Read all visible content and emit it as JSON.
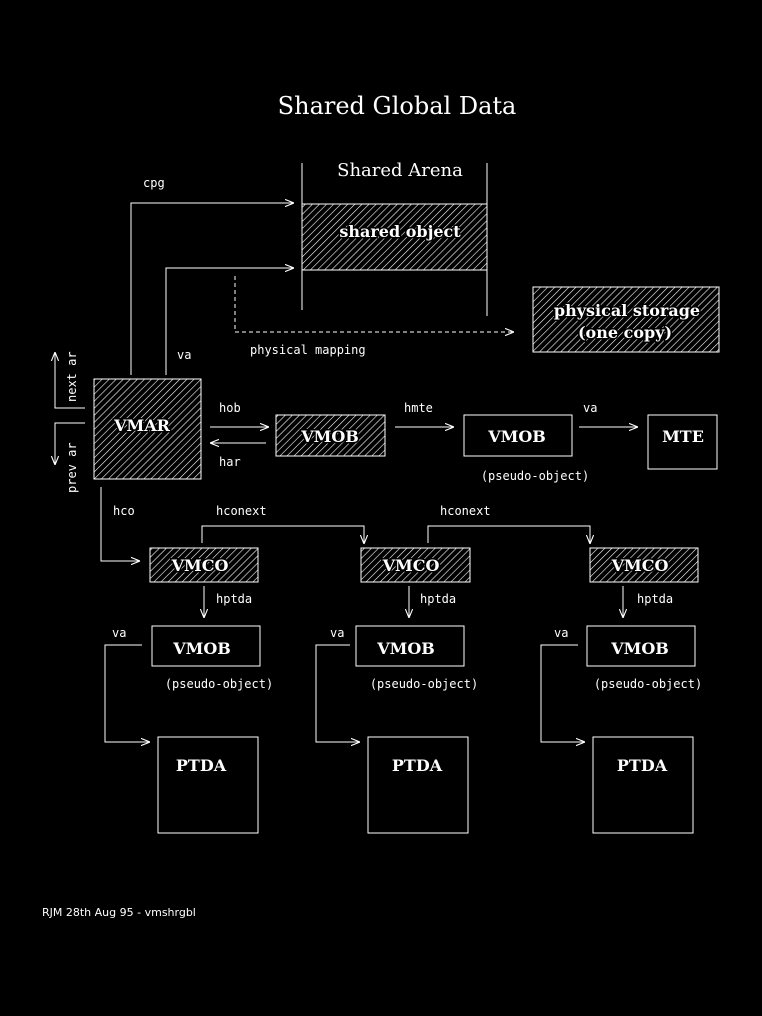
{
  "title": "Shared Global Data",
  "shared_arena": {
    "heading": "Shared Arena",
    "object_label": "shared object"
  },
  "physical_storage": {
    "line1": "physical storage",
    "line2": "(one copy)"
  },
  "labels": {
    "cpg": "cpg",
    "va": "va",
    "physical_mapping": "physical mapping",
    "next_ar": "next ar",
    "prev_ar": "prev ar",
    "hob": "hob",
    "har": "har",
    "hmte": "hmte",
    "hco": "hco",
    "hconext": "hconext",
    "hptda": "hptda",
    "pseudo_object": "(pseudo-object)"
  },
  "nodes": {
    "vmar": "VMAR",
    "vmob": "VMOB",
    "mte": "MTE",
    "vmco": "VMCO",
    "ptda": "PTDA"
  },
  "footer": "RJM 28th Aug 95 - vmshrgbl"
}
